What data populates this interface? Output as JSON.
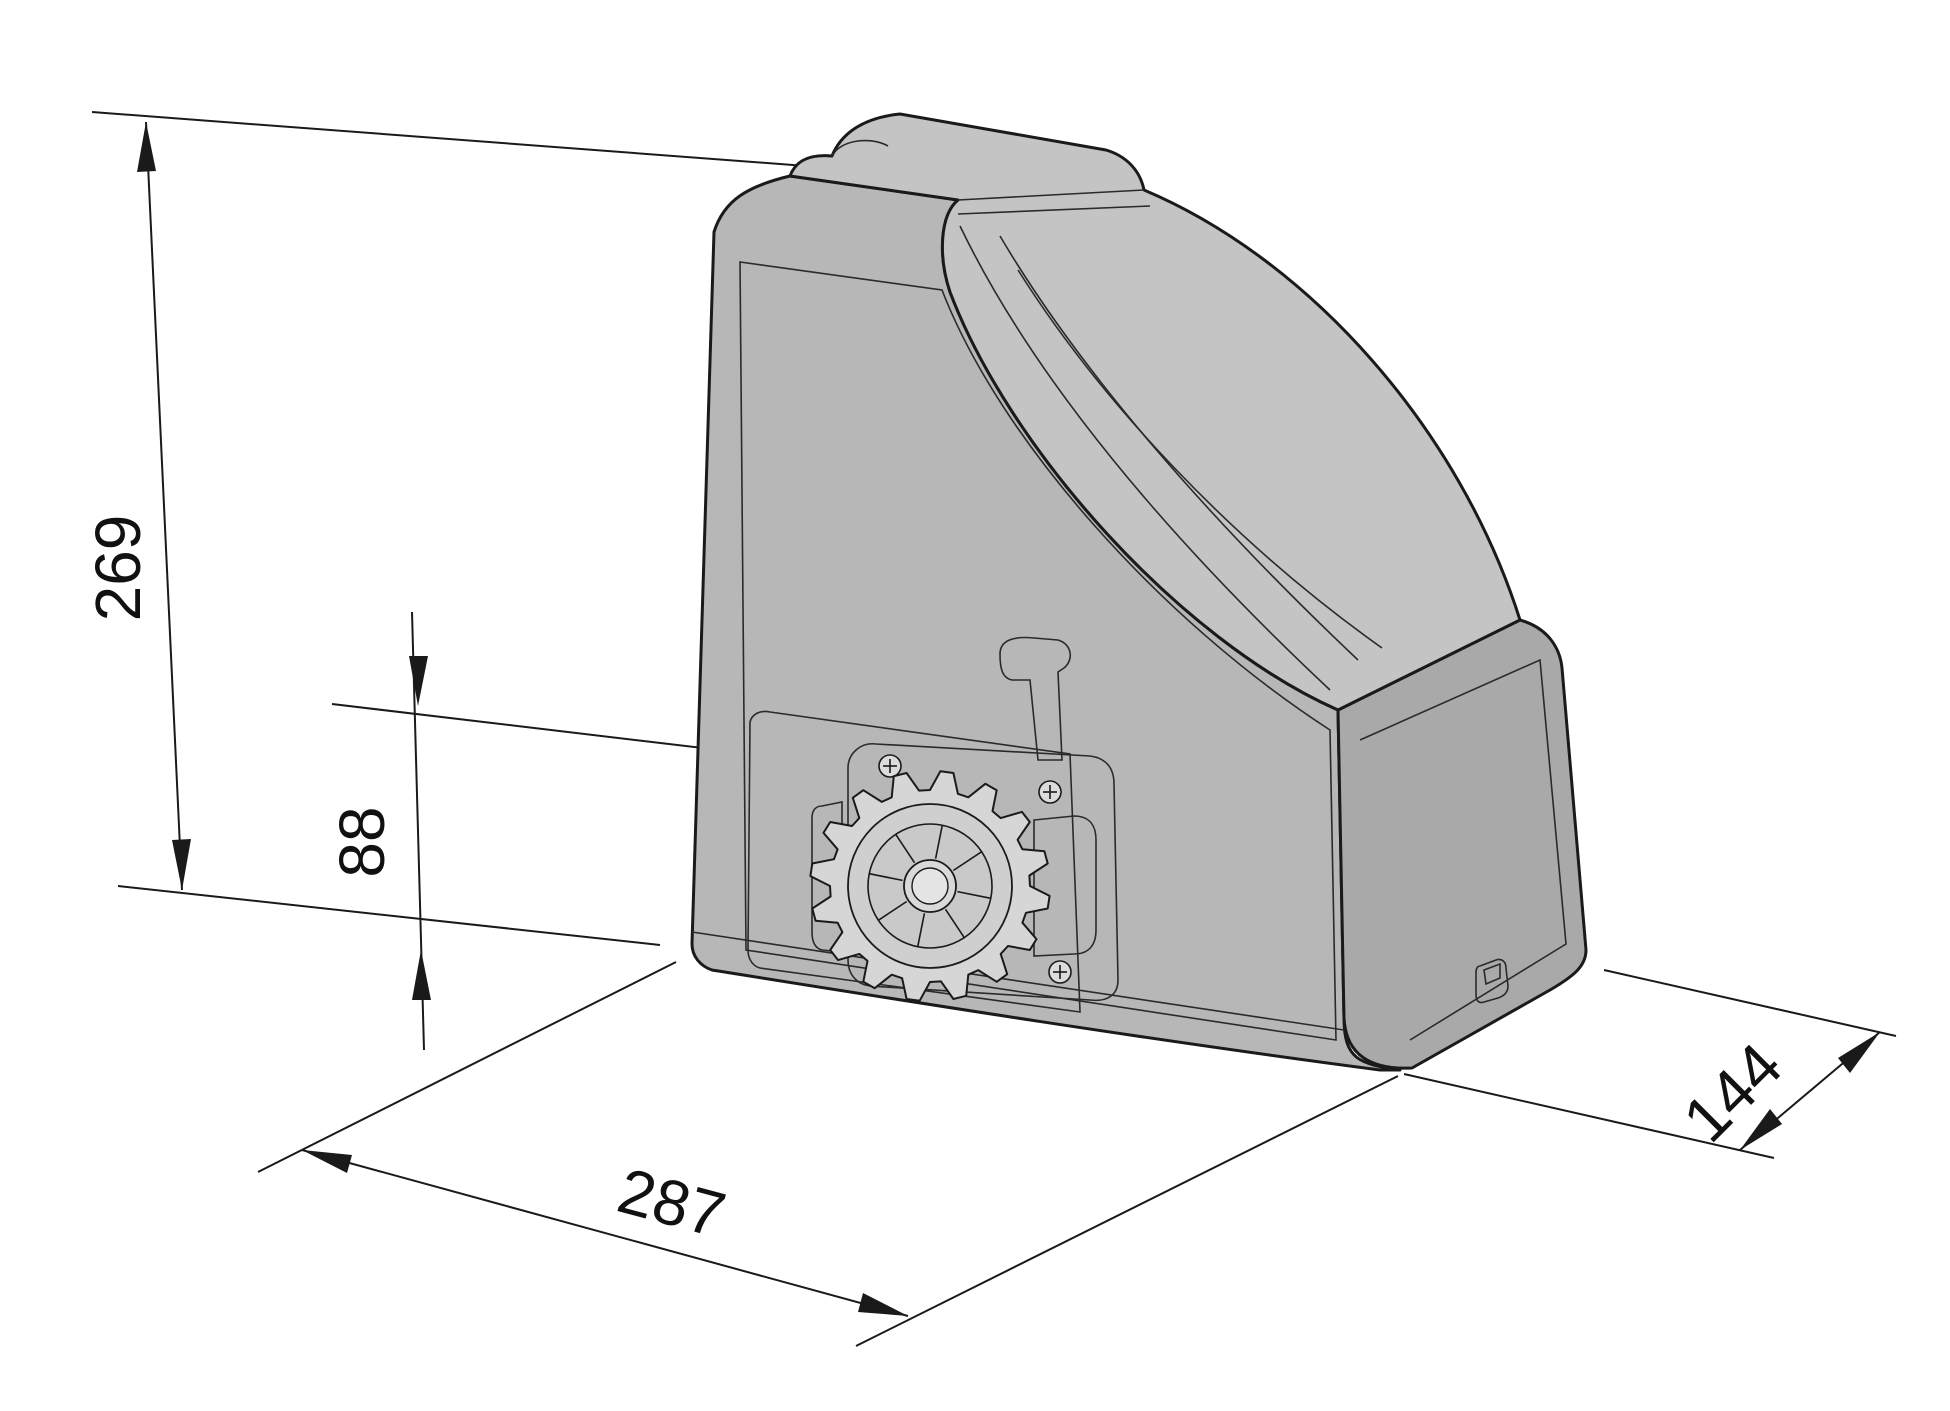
{
  "dimensions": {
    "height_total": "269",
    "pinion_height": "88",
    "length": "287",
    "depth": "144"
  },
  "colors": {
    "housing_fill": "#b9b9b9",
    "housing_top": "#c6c6c6",
    "housing_side": "#aeaeae",
    "gear_fill": "#d8d8d8",
    "plate_fill": "#c8c8c8",
    "line": "#1a1a1a",
    "background": "#ffffff"
  }
}
